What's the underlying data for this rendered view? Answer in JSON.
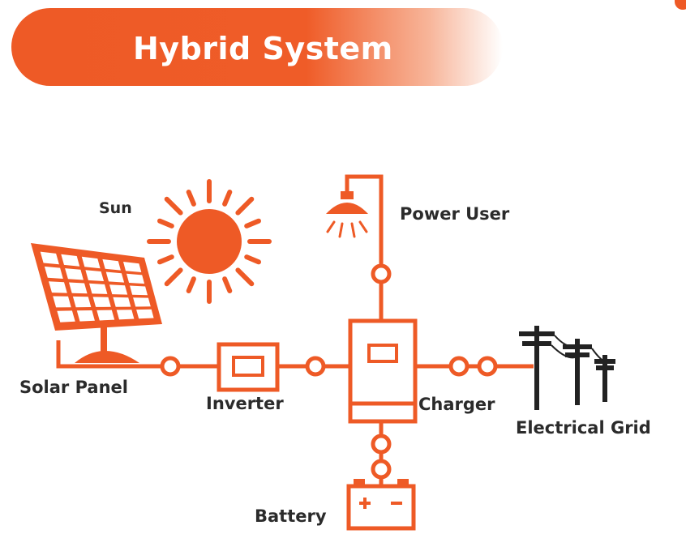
{
  "title": "Hybrid System",
  "labels": {
    "sun": "Sun",
    "power_user": "Power User",
    "solar_panel": "Solar Panel",
    "inverter": "Inverter",
    "charger": "Charger",
    "electrical_grid": "Electrical Grid",
    "battery": "Battery"
  },
  "colors": {
    "accent": "#ee5a26",
    "text": "#2b2b2b",
    "grid_poles": "#222222",
    "panel_cells": "#ffffff"
  }
}
